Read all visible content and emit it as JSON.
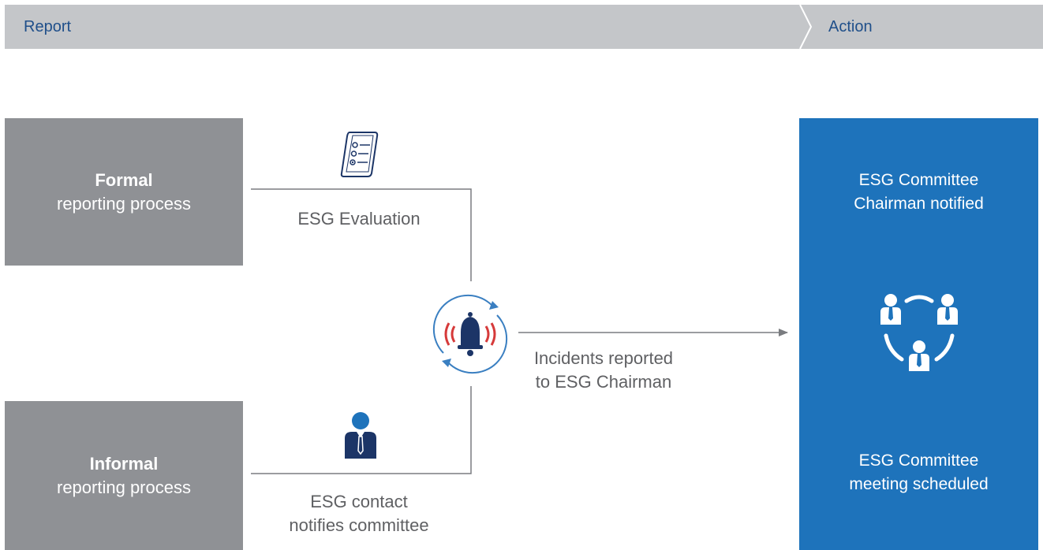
{
  "header": {
    "left_label": "Report",
    "right_label": "Action"
  },
  "formal": {
    "title": "Formal",
    "subtitle": "reporting process"
  },
  "informal": {
    "title": "Informal",
    "subtitle": "reporting process"
  },
  "evaluation": {
    "label": "ESG Evaluation",
    "icon": "checklist-document-icon"
  },
  "contact": {
    "line1": "ESG contact",
    "line2": "notifies committee",
    "icon": "person-icon"
  },
  "center": {
    "line1": "Incidents reported",
    "line2": "to ESG Chairman",
    "icon": "alarm-bell-icon"
  },
  "action": {
    "top_line1": "ESG Committee",
    "top_line2": "Chairman notified",
    "bottom_line1": "ESG Committee",
    "bottom_line2": "meeting scheduled",
    "icon": "committee-meeting-icon"
  },
  "colors": {
    "grey_box": "#8f9195",
    "blue_box": "#1e73bb",
    "header_bar": "#c4c6c9",
    "alert_red": "#d63a3a",
    "navy": "#1c3567"
  }
}
